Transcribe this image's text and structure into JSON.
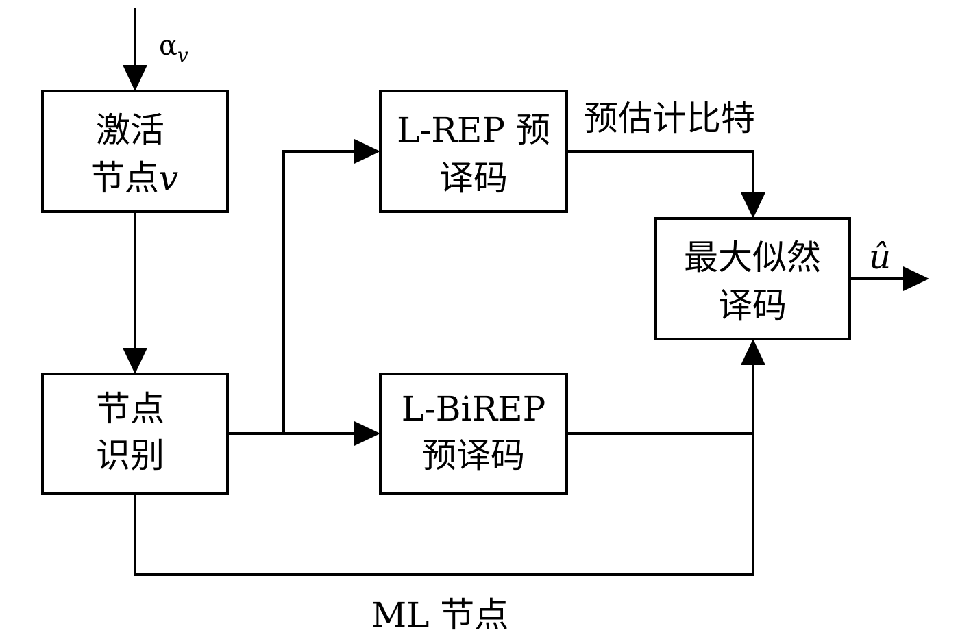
{
  "nodes": {
    "activate": {
      "line1": "激活",
      "line2": "节点",
      "line2_var": "v"
    },
    "identify": {
      "line1": "节点",
      "line2": "识别"
    },
    "lrep": {
      "line1": "L-REP 预",
      "line2": "译码"
    },
    "lbirep": {
      "line1": "L-BiREP",
      "line2": "预译码"
    },
    "ml": {
      "line1": "最大似然",
      "line2": "译码"
    }
  },
  "edges": {
    "input": {
      "symbol": "α",
      "subscript": "v"
    },
    "pre_estimate": {
      "label": "预估计比特"
    },
    "ml_node": {
      "label": "ML 节点"
    },
    "output": {
      "symbol": "û"
    }
  },
  "colors": {
    "stroke": "#000000",
    "background": "#ffffff"
  }
}
